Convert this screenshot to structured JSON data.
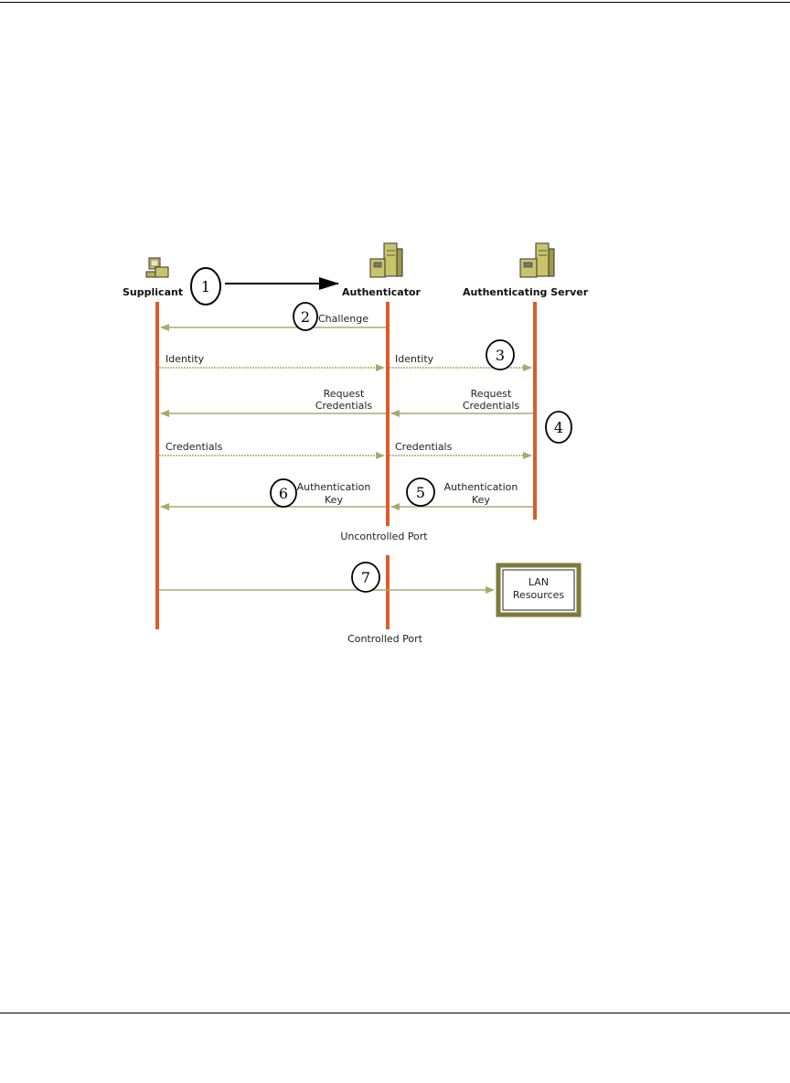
{
  "actors": {
    "supplicant": "Supplicant",
    "authenticator": "Authenticator",
    "server": "Authenticating Server"
  },
  "messages": {
    "challenge": "Challenge",
    "identity_1": "Identity",
    "identity_2": "Identity",
    "request_1_line1": "Request",
    "request_1_line2": "Credentials",
    "request_2_line1": "Request",
    "request_2_line2": "Credentials",
    "credentials_1": "Credentials",
    "credentials_2": "Credentials",
    "authkey_1_line1": "Authentication",
    "authkey_1_line2": "Key",
    "authkey_2_line1": "Authentication",
    "authkey_2_line2": "Key"
  },
  "ports": {
    "uncontrolled": "Uncontrolled Port",
    "controlled": "Controlled Port"
  },
  "lan": {
    "line1": "LAN",
    "line2": "Resources"
  },
  "steps": [
    "1",
    "2",
    "3",
    "4",
    "5",
    "6",
    "7"
  ],
  "colors": {
    "lifeline": "#e05a2b",
    "arrow": "#a6ab6e",
    "icon": "#c9c46a"
  }
}
